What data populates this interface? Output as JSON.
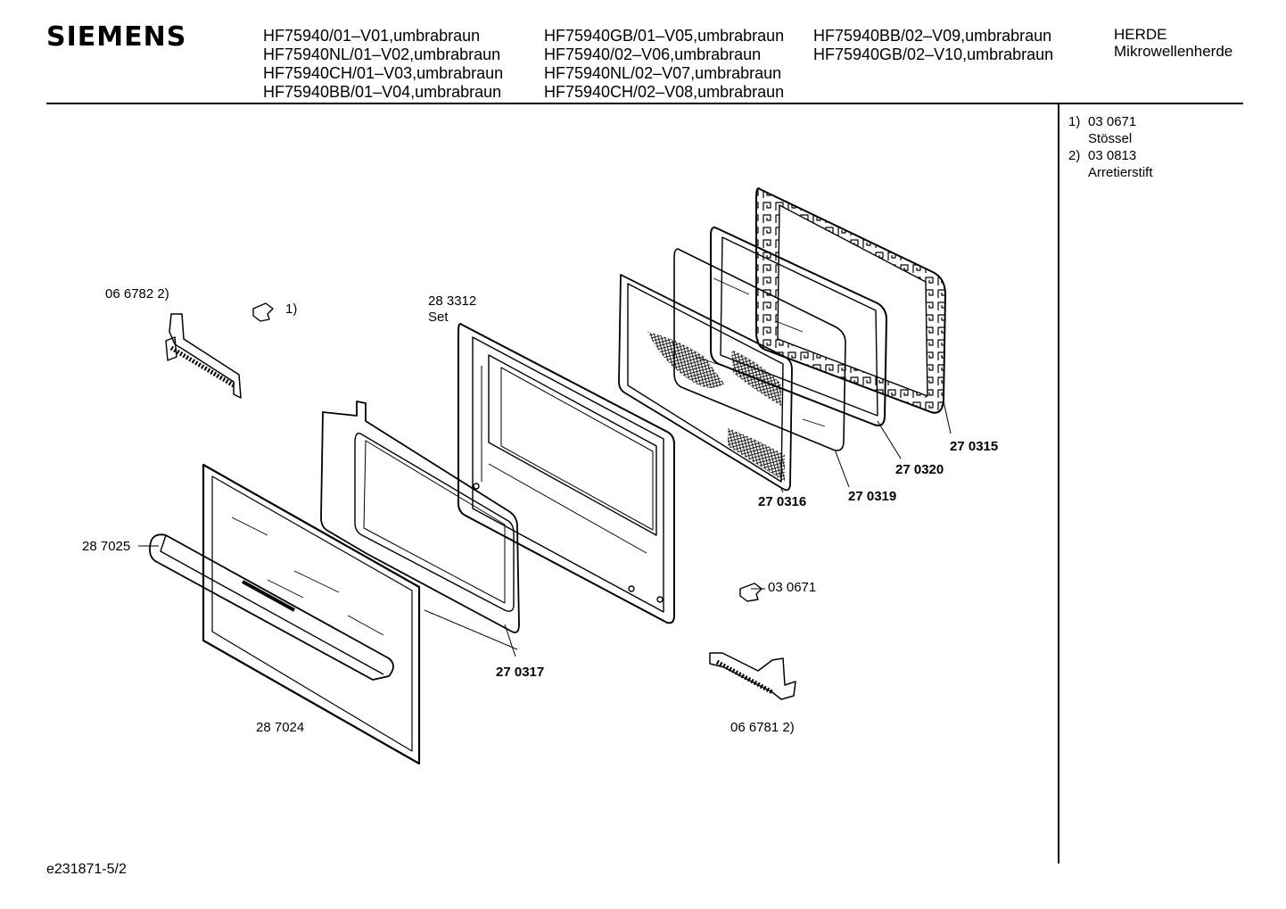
{
  "header": {
    "brand": "SIEMENS",
    "models": [
      [
        "HF75940/01–V01,umbrabraun",
        "HF75940NL/01–V02,umbrabraun",
        "HF75940CH/01–V03,umbrabraun",
        "HF75940BB/01–V04,umbrabraun"
      ],
      [
        "HF75940GB/01–V05,umbrabraun",
        "HF75940/02–V06,umbrabraun",
        "HF75940NL/02–V07,umbrabraun",
        "HF75940CH/02–V08,umbrabraun"
      ],
      [
        "HF75940BB/02–V09,umbrabraun",
        "HF75940GB/02–V10,umbrabraun"
      ]
    ],
    "category": [
      "HERDE",
      "Mikrowellenherde"
    ]
  },
  "notes": [
    {
      "index": "1)",
      "part": "03 0671",
      "name": "Stössel"
    },
    {
      "index": "2)",
      "part": "03 0813",
      "name": "Arretierstift"
    }
  ],
  "parts": {
    "hinge_left": "06 6782 2)",
    "plunger_top_ref": "1)",
    "set_number": "28 3312",
    "set_label": "Set",
    "handle": "28 7025",
    "outer_door": "28 7024",
    "inner_frame": "27 0317",
    "window_panel": "27 0316",
    "glass_pane": "27 0319",
    "gasket": "27 0320",
    "choke_frame": "27 0315",
    "plunger_right": "03 0671",
    "hinge_right": "06 6781 2)"
  },
  "footer": {
    "doc_id": "e231871-5/2"
  }
}
